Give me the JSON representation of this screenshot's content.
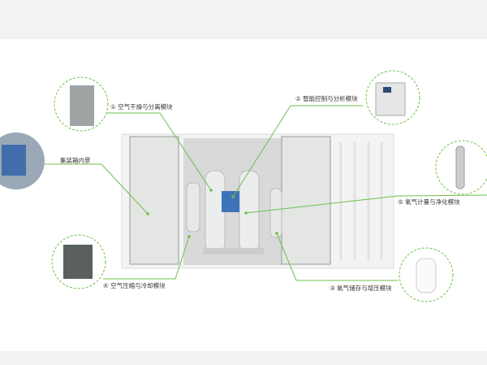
{
  "labels": {
    "container_interior": "集装箱内景",
    "m1": "① 空气干燥与分离模块",
    "m2": "② 智能控制与分析模块",
    "m3": "③ 氧气储存与增压模块",
    "m4": "④ 空气压缩与冷却模块",
    "m5": "⑤ 氧气计量与净化模块"
  },
  "colors": {
    "leader_line": "#6cc04a",
    "container": "#f4f4f4",
    "door": "#e6e8e6",
    "tank": "#e9ecec",
    "control_panel": "#3d74b8"
  }
}
